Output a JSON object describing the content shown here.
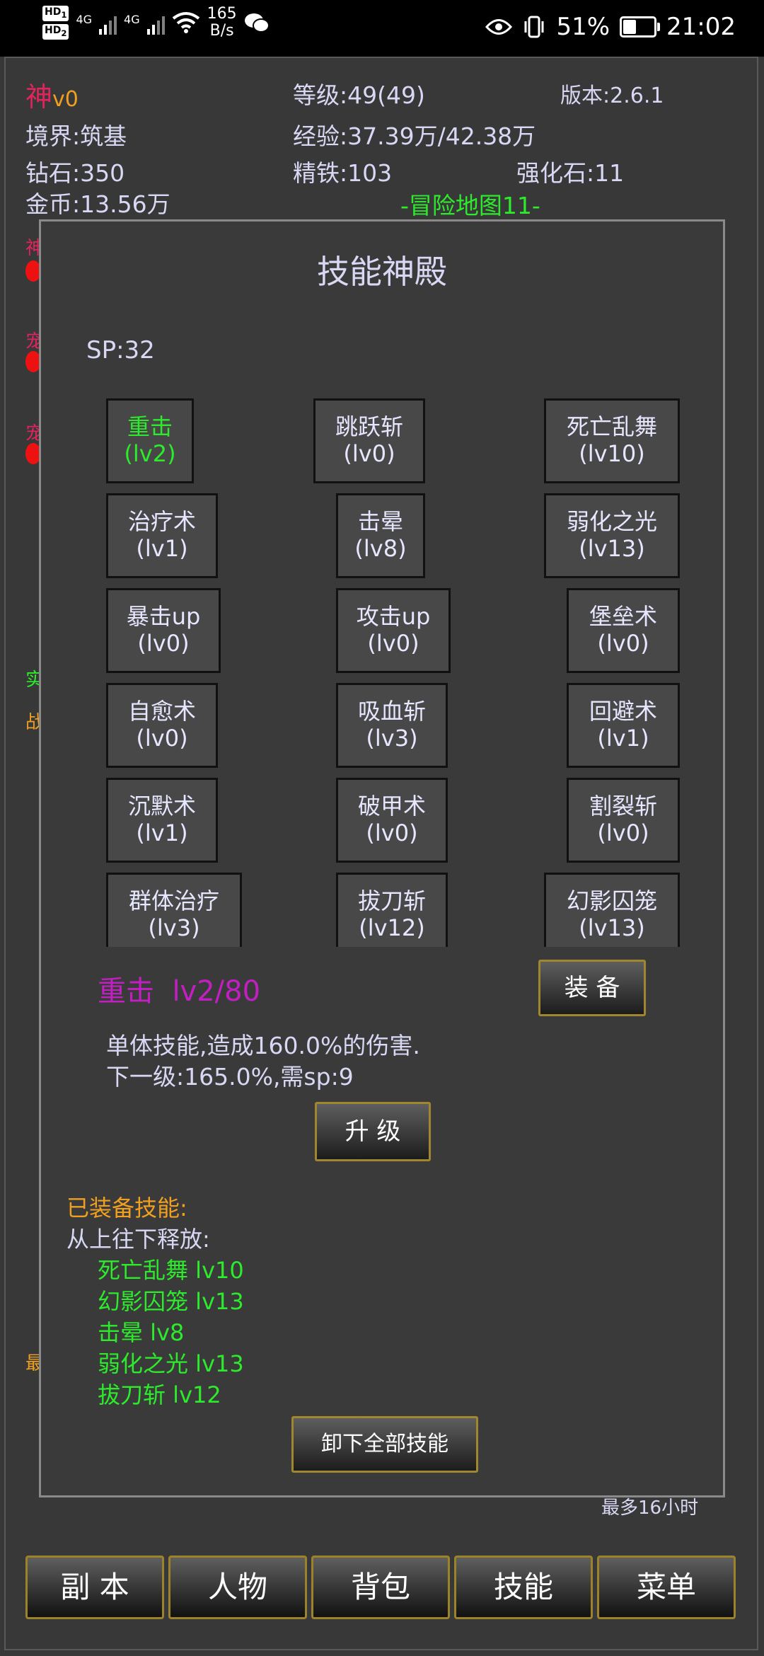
{
  "status_bar": {
    "hd1": "HD",
    "hd1_sub": "1",
    "hd2": "HD",
    "hd2_sub": "2",
    "net1": "4G",
    "net2": "4G",
    "speed_value": "165",
    "speed_unit": "B/s",
    "battery_text": "51%",
    "battery_level": 0.51,
    "time": "21:02",
    "icons": [
      "wifi-icon",
      "wechat-icon",
      "eye-icon",
      "vibrate-icon",
      "battery-icon"
    ]
  },
  "header": {
    "god": "神",
    "vip": "v0",
    "level": "等级:49(49)",
    "version": "版本:2.6.1",
    "realm": "境界:筑基",
    "exp": "经验:37.39万/42.38万",
    "diamond": "钻石:350",
    "iron": "精铁:103",
    "stone": "强化石:11",
    "gold": "金币:13.56万",
    "map": "-冒险地图11-"
  },
  "side_labels": [
    "神",
    "宠",
    "宠",
    "实",
    "战",
    "最"
  ],
  "dialog": {
    "title": "技能神殿",
    "sp": "SP:32",
    "skills": [
      {
        "name": "重击",
        "lv": "(lv2)"
      },
      {
        "name": "跳跃斩",
        "lv": "(lv0)"
      },
      {
        "name": "死亡乱舞",
        "lv": "(lv10)"
      },
      {
        "name": "治疗术",
        "lv": "(lv1)"
      },
      {
        "name": "击晕",
        "lv": "(lv8)"
      },
      {
        "name": "弱化之光",
        "lv": "(lv13)"
      },
      {
        "name": "暴击up",
        "lv": "(lv0)"
      },
      {
        "name": "攻击up",
        "lv": "(lv0)"
      },
      {
        "name": "堡垒术",
        "lv": "(lv0)"
      },
      {
        "name": "自愈术",
        "lv": "(lv0)"
      },
      {
        "name": "吸血斩",
        "lv": "(lv3)"
      },
      {
        "name": "回避术",
        "lv": "(lv1)"
      },
      {
        "name": "沉默术",
        "lv": "(lv1)"
      },
      {
        "name": "破甲术",
        "lv": "(lv0)"
      },
      {
        "name": "割裂斩",
        "lv": "(lv0)"
      },
      {
        "name": "群体治疗",
        "lv": "(lv3)"
      },
      {
        "name": "拔刀斩",
        "lv": "(lv12)"
      },
      {
        "name": "幻影囚笼",
        "lv": "(lv13)"
      }
    ],
    "selected_name": "重击",
    "selected_level": "lv2/80",
    "equip_label": "装 备",
    "desc_line1": "单体技能,造成160.0%的伤害.",
    "desc_line2": "下一级:165.0%,需sp:9",
    "upgrade_label": "升 级",
    "equipped_title": "已装备技能:",
    "release_order": "从上往下释放:",
    "equipped": [
      "死亡乱舞 lv10",
      "幻影囚笼 lv13",
      "击晕 lv8",
      "弱化之光 lv13",
      "拔刀斩 lv12"
    ],
    "unequip_all_label": "卸下全部技能"
  },
  "max_hours": "最多16小时",
  "tabs": [
    "副 本",
    "人物",
    "背包",
    "技能",
    "菜单"
  ],
  "colors": {
    "background": "#383838",
    "text": "#d8d8f4",
    "green": "#2dea2d",
    "magenta": "#c21fc2",
    "orange": "#f0a020",
    "red": "#e0245e",
    "button_border": "#a0862e"
  }
}
